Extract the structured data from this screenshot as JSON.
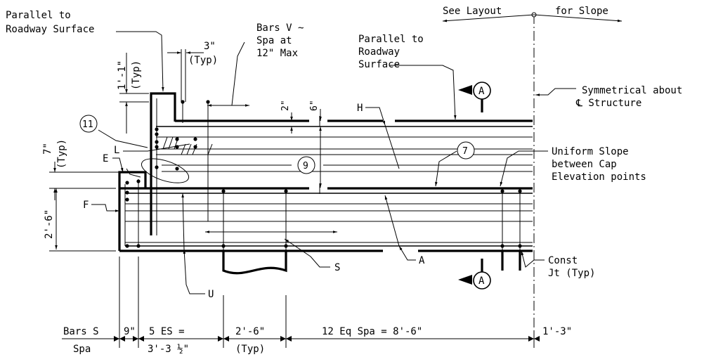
{
  "labels": {
    "parallel_left_1": "Parallel to",
    "parallel_left_2": "Roadway Surface",
    "see_layout": "See Layout",
    "for_slope": "for Slope",
    "parallel_mid_1": "Parallel to",
    "parallel_mid_2": "Roadway",
    "parallel_mid_3": "Surface",
    "bars_v_1": "Bars V ~",
    "bars_v_2": "Spa at",
    "bars_v_3": "12\" Max",
    "dim_3in": "3\"",
    "typ_3in": "(Typ)",
    "dim_1_1": "1'-1\"",
    "typ_1_1": "(Typ)",
    "dim_2in": "2\"",
    "dim_6in": "6\"",
    "bar_h": "H",
    "symmetrical_1": "Symmetrical about",
    "symmetrical_2": "℄ Structure",
    "bubble_11": "11",
    "bar_l": "L",
    "dim_7in": "7\"",
    "typ_7in": "(Typ)",
    "bar_e": "E",
    "bubble_9": "9",
    "bubble_7": "7",
    "uniform_1": "Uniform Slope",
    "uniform_2": "between Cap",
    "uniform_3": "Elevation points",
    "bar_f": "F",
    "dim_2_6": "2'-6\"",
    "bar_s": "S",
    "bar_a": "A",
    "const_1": "Const",
    "const_2": "Jt (Typ)",
    "bar_u": "U",
    "section_a": "A",
    "section_a2": "A"
  },
  "dimensions": {
    "bars_s": "Bars S",
    "spa": "Spa",
    "nine": "9\"",
    "five_es": "5 ES =",
    "three_three": "3'-3 ½\"",
    "two_six": "2'-6\"",
    "typ": "(Typ)",
    "twelve_eq": "12 Eq Spa = 8'-6\"",
    "one_three": "1'-3\""
  }
}
